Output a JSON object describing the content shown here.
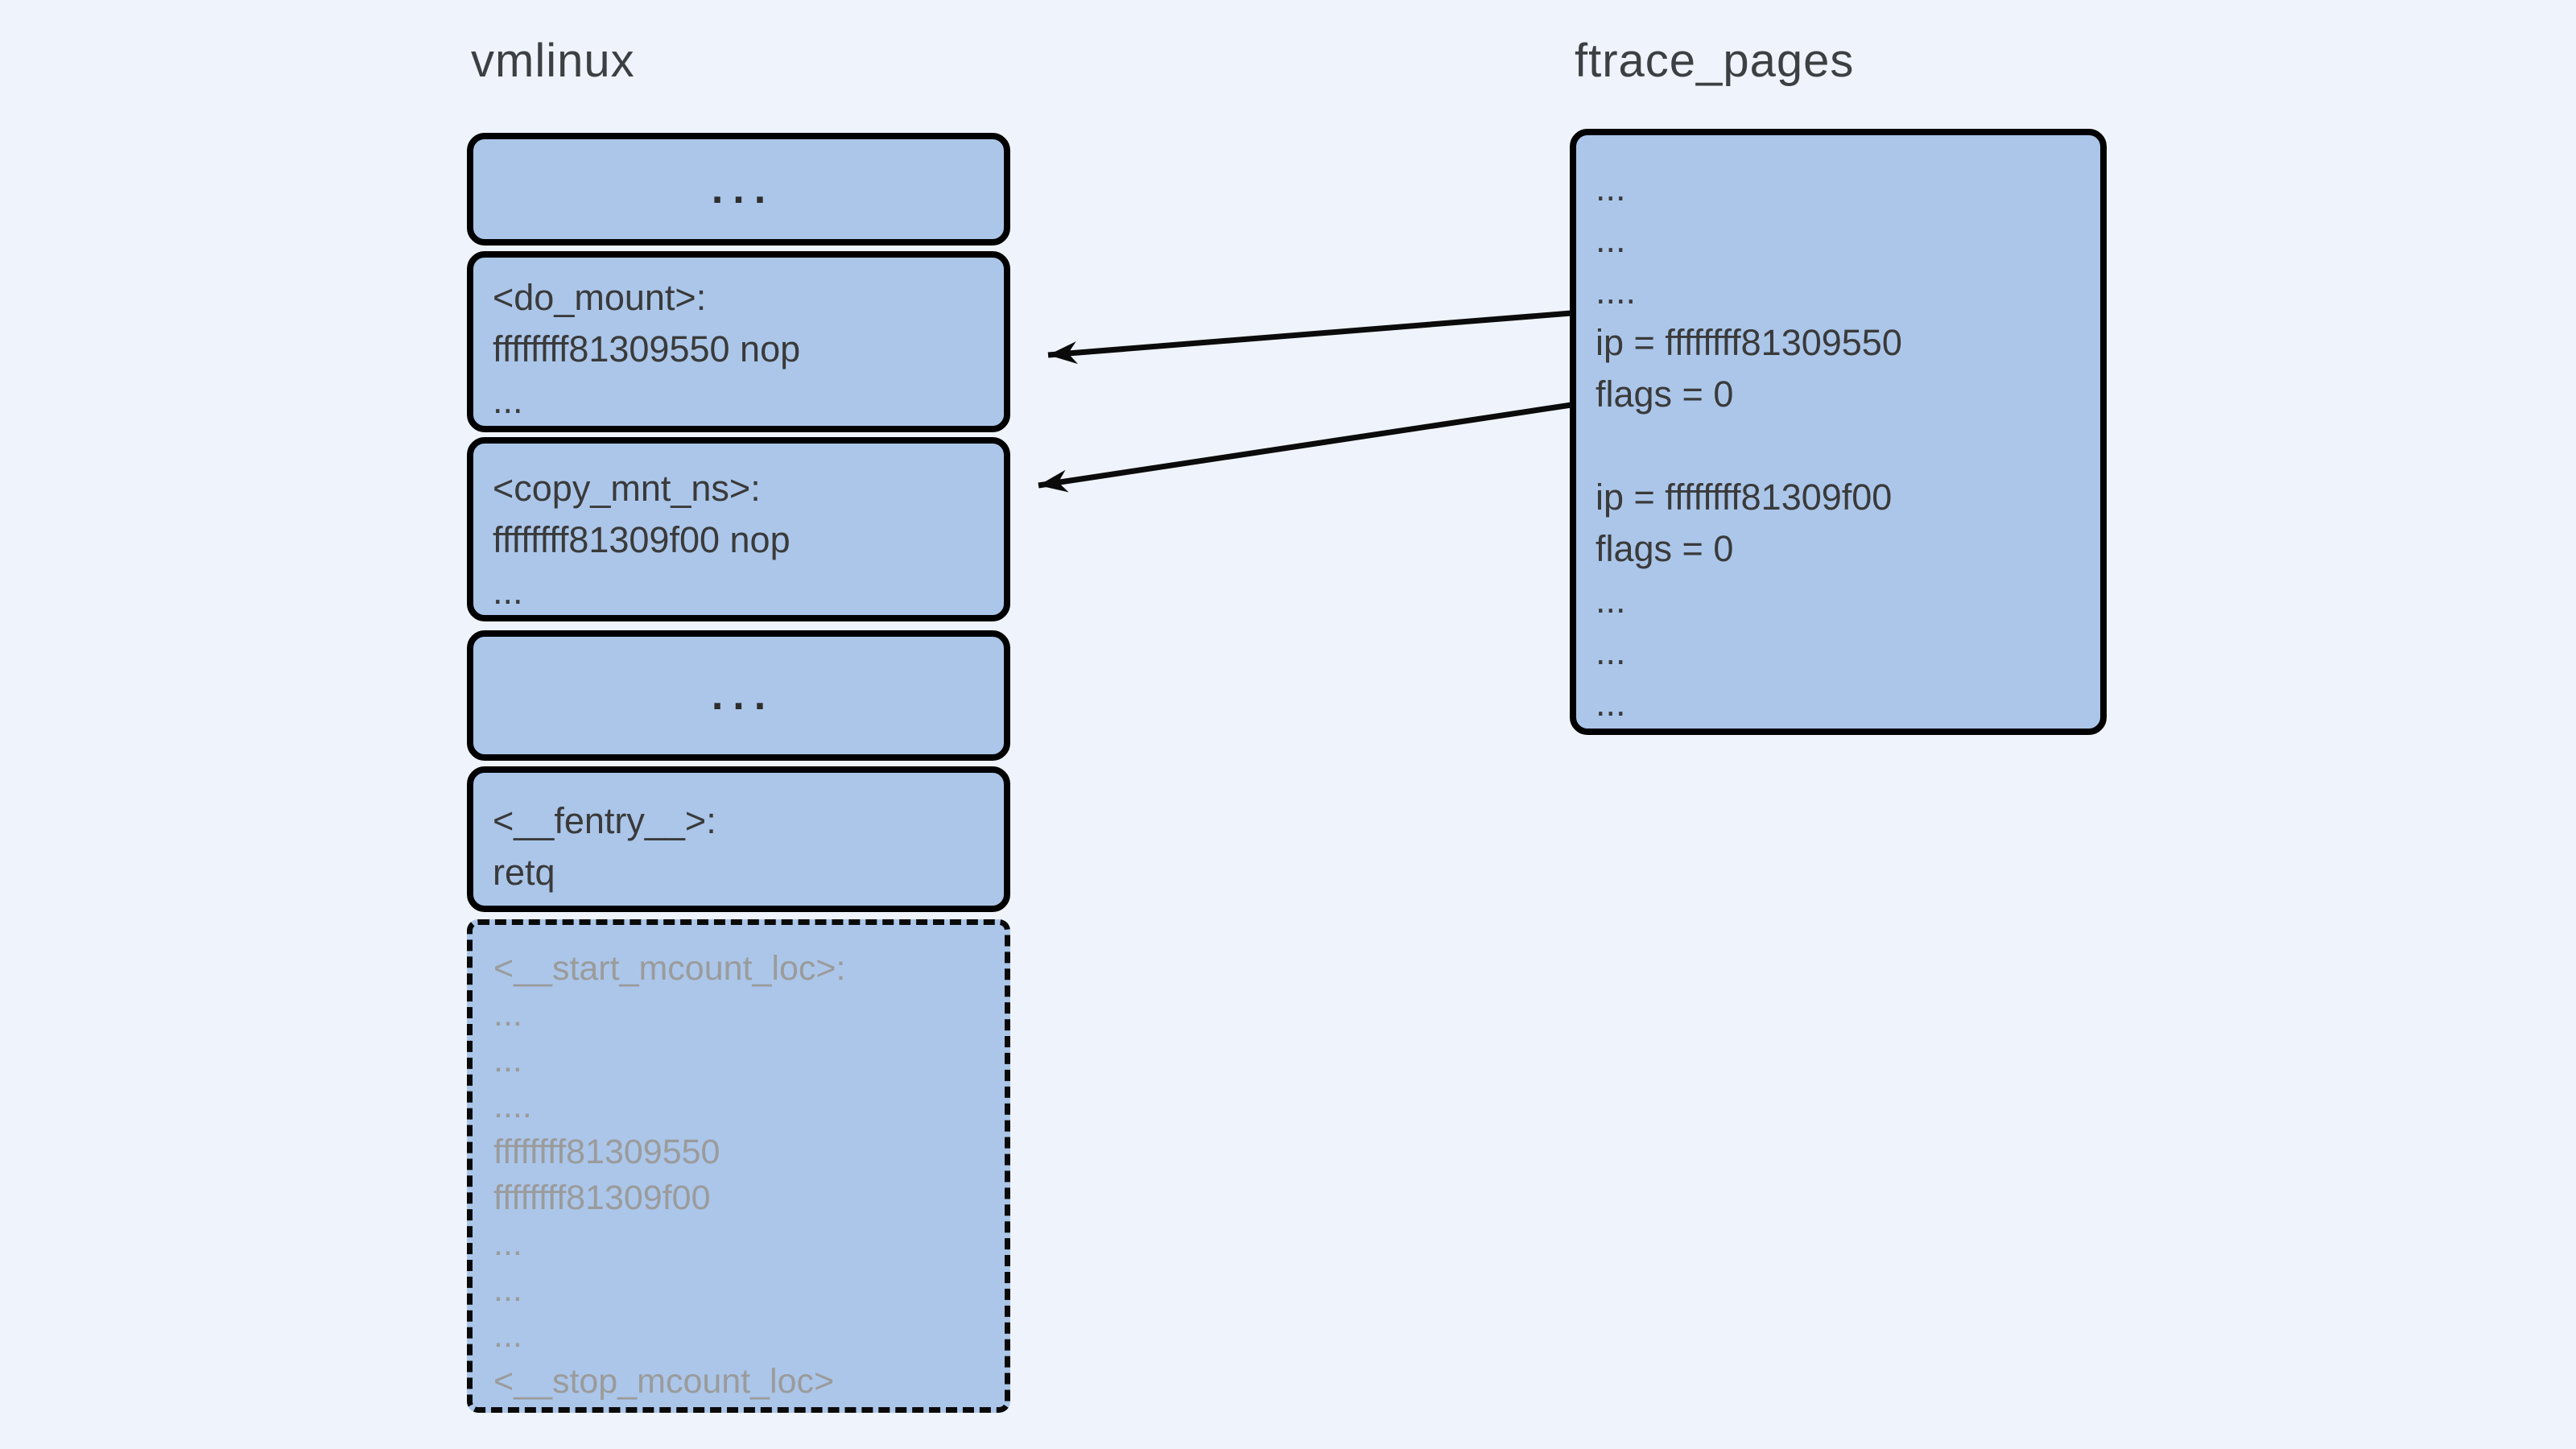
{
  "colors": {
    "background": "#eff3fb",
    "box_fill": "#abc6e9",
    "box_border": "#000000",
    "text_dark": "#3a3a3a",
    "text_gray": "#9b9b9b",
    "arrow": "#0b0b0b"
  },
  "vmlinux": {
    "title": "vmlinux",
    "boxes": {
      "ellipsis_top": {
        "lines": [
          "..."
        ]
      },
      "do_mount": {
        "lines": [
          "<do_mount>:",
          "ffffffff81309550 nop",
          "..."
        ]
      },
      "copy_mnt_ns": {
        "lines": [
          "<copy_mnt_ns>:",
          "ffffffff81309f00 nop",
          "..."
        ]
      },
      "ellipsis_middle": {
        "lines": [
          "..."
        ]
      },
      "fentry": {
        "lines": [
          "<__fentry__>:",
          "retq"
        ]
      },
      "mcount_loc": {
        "lines": [
          "<__start_mcount_loc>:",
          "...",
          "...",
          "....",
          "ffffffff81309550",
          "ffffffff81309f00",
          "...",
          "...",
          "...",
          "<__stop_mcount_loc>"
        ]
      }
    }
  },
  "ftrace_pages": {
    "title": "ftrace_pages",
    "box": {
      "lines": [
        "...",
        "...",
        "....",
        "ip = ffffffff81309550",
        "flags = 0",
        "",
        "ip = ffffffff81309f00",
        "flags = 0",
        "...",
        "...",
        "..."
      ]
    }
  }
}
